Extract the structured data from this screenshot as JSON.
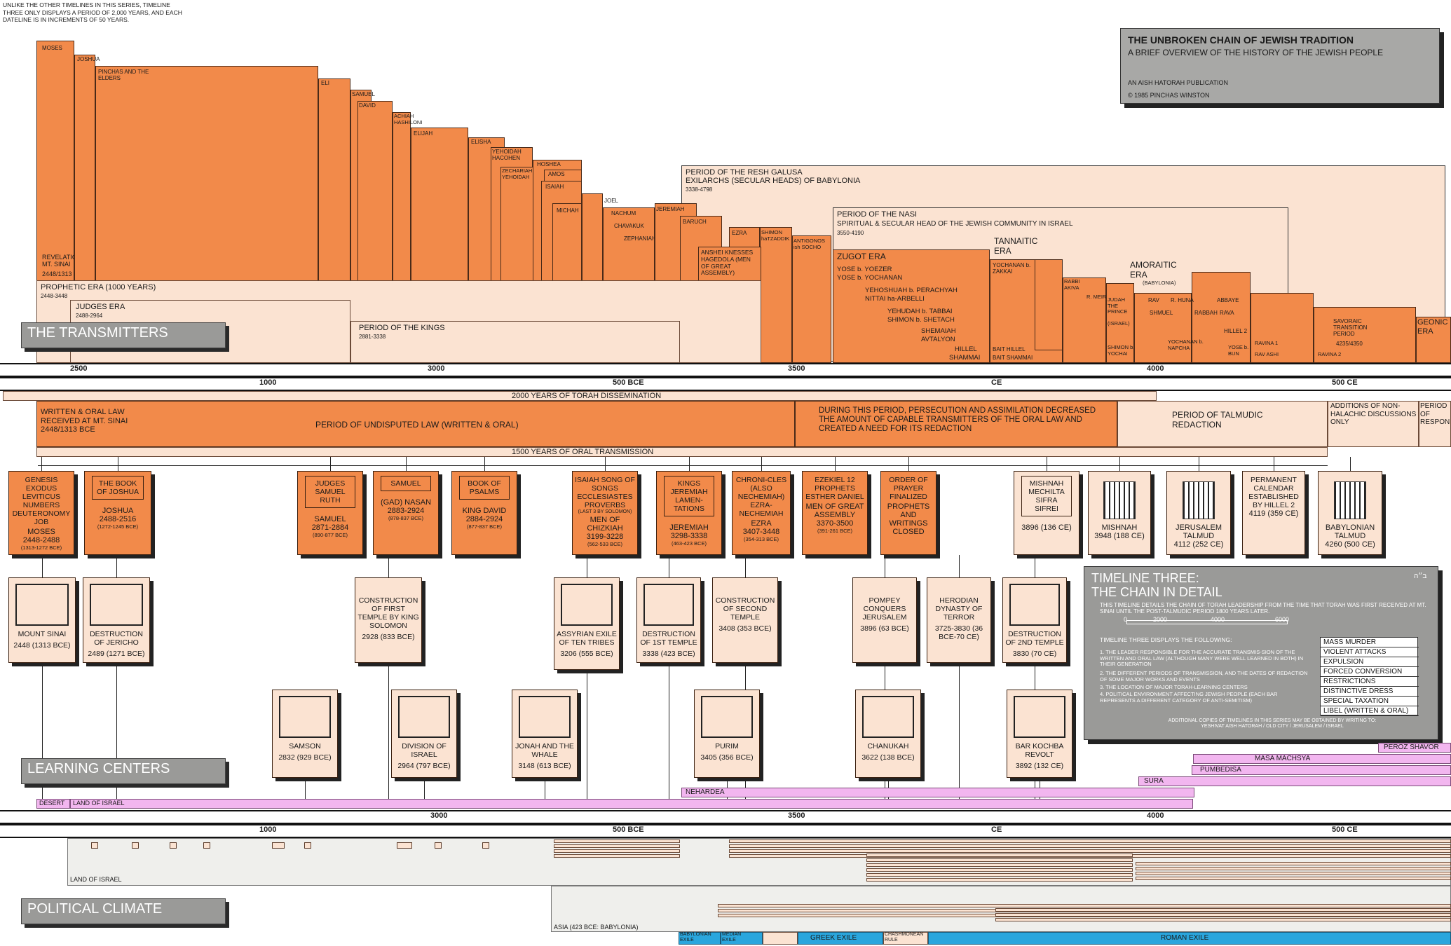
{
  "note": "UNLIKE THE OTHER TIMELINES IN THIS SERIES, TIMELINE THREE ONLY DISPLAYS A PERIOD OF 2,000 YEARS, AND EACH DATELINE IS IN INCREMENTS OF 50 YEARS.",
  "title_box": {
    "title": "THE UNBROKEN CHAIN OF JEWISH TRADITION",
    "subtitle": "A BRIEF OVERVIEW OF THE HISTORY OF THE JEWISH PEOPLE",
    "publisher": "AN AISH HATORAH PUBLICATION",
    "copyright": "© 1985 PINCHAS WINSTON"
  },
  "sections": {
    "transmitters": "THE TRANSMITTERS",
    "learning_centers": "LEARNING CENTERS",
    "political_climate": "POLITICAL CLIMATE"
  },
  "transmitters": {
    "moses": "MOSES",
    "joshua": "JOSHUA",
    "pinchas": "PINCHAS AND THE ELDERS",
    "revelation": "REVELATION AT MT. SINAI",
    "revelation_date": "2448/1313 BCE",
    "eli": "ELI",
    "samuel": "SAMUEL",
    "david": "DAVID",
    "achiah": "ACHIAH HASHILONI",
    "elijah": "ELIJAH",
    "elisha": "ELISHA",
    "yehoidah": "YEHOIDAH HACOHEN",
    "zechariah": "ZECHARIAH b. YEHOIDAH",
    "hoshea": "HOSHEA",
    "amos": "AMOS",
    "isaiah": "ISAIAH",
    "michah": "MICHAH",
    "joel": "JOEL",
    "nachum": "NACHUM",
    "chavakuk": "CHAVAKUK",
    "zephaniah": "ZEPHANIAH",
    "jeremiah": "JEREMIAH",
    "baruch": "BARUCH",
    "ezra": "EZRA",
    "shimon": "SHIMON haTZADDIK",
    "antigonos": "ANTIGONOS ish SOCHO",
    "anshei": "ANSHEI KNESSES HAGEDOLA (MEN OF GREAT ASSEMBLY)",
    "resh_galusa": "PERIOD OF THE RESH GALUSA",
    "resh_galusa_sub": "EXILARCHS (SECULAR HEADS) OF BABYLONIA",
    "resh_galusa_date": "3338-4798",
    "nasi": "PERIOD OF THE NASI",
    "nasi_sub": "SPIRITUAL & SECULAR HEAD OF THE JEWISH COMMUNITY IN ISRAEL",
    "nasi_date": "3550-4190",
    "zugot": "ZUGOT ERA",
    "zugot_1": "YOSE b. YOEZER",
    "zugot_2": "YOSE b. YOCHANAN",
    "zugot_3": "YEHOSHUAH b. PERACHYAH",
    "zugot_4": "NITTAI ha-ARBELLI",
    "zugot_5": "YEHUDAH b. TABBAI",
    "zugot_6": "SHIMON b. SHETACH",
    "zugot_7": "SHEMAIAH",
    "zugot_8": "AVTALYON",
    "zugot_9": "HILLEL",
    "zugot_10": "SHAMMAI",
    "tannaitic": "TANNAITIC ERA",
    "yochanan_zakkai": "YOCHANAN b. ZAKKAI",
    "bait_hillel": "BAIT HILLEL",
    "bait_shammai": "BAIT SHAMMAI",
    "rabbi_akiva": "RABBI AKIVA",
    "r_meir": "R. MEIR",
    "judah_prince": "JUDAH THE PRINCE",
    "israel": "(ISRAEL)",
    "shimon_yochai": "SHIMON b. YOCHAI",
    "amoraitic": "AMORAITIC ERA",
    "babylonia": "(BABYLONIA)",
    "rav": "RAV",
    "r_huna": "R. HUNA",
    "abbaye": "ABBAYE",
    "shmuel": "SHMUEL",
    "rabbah": "RABBAH",
    "rava": "RAVA",
    "yochanan_napcha": "YOCHANAN b. NAPCHA",
    "yose_bun": "YOSE b. BUN",
    "hillel2": "HILLEL 2",
    "ravina1": "RAVINA 1",
    "rav_ashi": "RAV ASHI",
    "ravina2": "RAVINA 2",
    "savoraic": "SAVORAIC TRANSITION PERIOD",
    "savoraic_date": "4235/4350",
    "geonic": "GEONIC ERA",
    "prophetic": "PROPHETIC ERA (1000 YEARS)",
    "prophetic_date": "2448-3448",
    "judges": "JUDGES ERA",
    "judges_date": "2488-2964",
    "kings": "PERIOD OF THE KINGS",
    "kings_date": "2881-3338"
  },
  "axis_top": [
    "2500",
    "3000",
    "3500",
    "4000"
  ],
  "axis_bottom": [
    "1000",
    "500 BCE",
    "CE",
    "500 CE"
  ],
  "axis_bottom2": [
    "1000",
    "3000",
    "500 BCE",
    "3500",
    "CE",
    "4000",
    "500 CE"
  ],
  "bands": {
    "torah": "2000 YEARS OF TORAH DISSEMINATION",
    "written_oral": "WRITTEN & ORAL LAW RECEIVED AT MT. SINAI 2448/1313 BCE",
    "undisputed": "PERIOD OF UNDISPUTED LAW (WRITTEN & ORAL)",
    "persecution": "DURING THIS PERIOD, PERSECUTION AND ASSIMILATION DECREASED THE AMOUNT OF CAPABLE TRANSMITTERS OF THE ORAL LAW AND CREATED A NEED FOR ITS REDACTION",
    "talmudic": "PERIOD OF TALMUDIC REDACTION",
    "additions": "ADDITIONS OF NON-HALACHIC DISCUSSIONS ONLY",
    "period_resp": "PERIOD OF RESPONSA",
    "oral": "1500 YEARS OF ORAL TRANSMISSION"
  },
  "books": [
    {
      "title": "GENESIS EXODUS LEVITICUS NUMBERS DEUTERONOMY JOB",
      "author": "MOSES",
      "date": "2448-2488",
      "sub": "(1313-1272 BCE)"
    },
    {
      "title": "THE BOOK OF JOSHUA",
      "author": "JOSHUA",
      "date": "2488-2516",
      "sub": "(1272-1245 BCE)"
    },
    {
      "title": "JUDGES SAMUEL RUTH",
      "author": "SAMUEL",
      "date": "2871-2884",
      "sub": "(890-877 BCE)"
    },
    {
      "title": "SAMUEL",
      "author": "(GAD) NASAN",
      "date": "2883-2924",
      "sub": "(878-837 BCE)"
    },
    {
      "title": "BOOK OF PSALMS",
      "author": "KING DAVID",
      "date": "2884-2924",
      "sub": "(877-837 BCE)"
    },
    {
      "title": "ISAIAH SONG OF SONGS ECCLESIASTES PROVERBS",
      "extra": "(LAST 3 by SOLOMON)",
      "author": "MEN OF CHIZKIAH",
      "date": "3199-3228",
      "sub": "(562-533 BCE)"
    },
    {
      "title": "KINGS JEREMIAH LAMEN-TATIONS",
      "author": "JEREMIAH",
      "date": "3298-3338",
      "sub": "(463-423 BCE)"
    },
    {
      "title": "CHRONI-CLES (ALSO NECHEMIAH) EZRA-NECHEMIAH",
      "author": "EZRA",
      "date": "3407-3448",
      "sub": "(354-313 BCE)"
    },
    {
      "title": "EZEKIEL 12 PROPHETS ESTHER DANIEL",
      "author": "MEN OF GREAT ASSEMBLY",
      "date": "3370-3500",
      "sub": "(391-261 BCE)"
    },
    {
      "title": "ORDER OF PRAYER FINALIZED",
      "author": "PROPHETS AND WRITINGS CLOSED",
      "date": "",
      "sub": ""
    },
    {
      "title": "MISHNAH MECHILTA SIFRA SIFREI",
      "author": "",
      "date": "3896 (136 CE)",
      "sub": ""
    },
    {
      "title": "",
      "author": "MISHNAH",
      "date": "3948 (188 CE)",
      "sub": ""
    },
    {
      "title": "",
      "author": "JERUSALEM TALMUD",
      "date": "4112 (252 CE)",
      "sub": ""
    },
    {
      "title": "PERMANENT CALENDAR ESTABLISHED BY HILLEL 2",
      "author": "",
      "date": "4119 (359 CE)",
      "sub": ""
    },
    {
      "title": "",
      "author": "BABYLONIAN TALMUD",
      "date": "4260 (500 CE)",
      "sub": ""
    }
  ],
  "events_row1": [
    {
      "label": "MOUNT SINAI",
      "date": "2448 (1313 BCE)",
      "icon": "tablets-icon"
    },
    {
      "label": "DESTRUCTION OF JERICHO",
      "date": "2489 (1271 BCE)",
      "icon": "wall-icon"
    },
    {
      "label": "CONSTRUCTION OF FIRST TEMPLE BY KING SOLOMON",
      "date": "2928 (833 BCE)",
      "icon": ""
    },
    {
      "label": "ASSYRIAN EXILE OF TEN TRIBES",
      "date": "3206 (555 BCE)",
      "icon": "exiles-icon"
    },
    {
      "label": "DESTRUCTION of 1st TEMPLE",
      "date": "3338 (423 BCE)",
      "icon": "temple-icon"
    },
    {
      "label": "CONSTRUCTION OF SECOND TEMPLE",
      "date": "3408 (353 BCE)",
      "icon": ""
    },
    {
      "label": "POMPEY CONQUERS JERUSALEM",
      "date": "3896 (63 BCE)",
      "icon": ""
    },
    {
      "label": "HERODIAN DYNASTY OF TERROR",
      "date": "3725-3830 (36 BCE-70 CE)",
      "icon": ""
    },
    {
      "label": "DESTRUCTION of 2nd TEMPLE",
      "date": "3830 (70 CE)",
      "icon": "temple-icon"
    }
  ],
  "events_row2": [
    {
      "label": "SAMSON",
      "date": "2832 (929 BCE)",
      "icon": "samson-icon"
    },
    {
      "label": "DIVISION OF ISRAEL",
      "date": "2964 (797 BCE)",
      "icon": "map-icon"
    },
    {
      "label": "JONAH AND THE WHALE",
      "date": "3148 (613 BCE)",
      "icon": "whale-icon"
    },
    {
      "label": "PURIM",
      "date": "3405 (356 BCE)",
      "icon": "mask-icon"
    },
    {
      "label": "CHANUKAH",
      "date": "3622 (138 BCE)",
      "icon": "menorah-icon"
    },
    {
      "label": "BAR KOCHBA REVOLT",
      "date": "3892 (132 CE)",
      "icon": "revolt-icon"
    }
  ],
  "info_box": {
    "title1": "TIMELINE THREE:",
    "title2": "THE CHAIN IN DETAIL",
    "corner": "ב״ה",
    "intro": "THIS TIMELINE DETAILS THE CHAIN OF TORAH LEADERSHIP FROM THE TIME THAT TORAH WAS FIRST RECEIVED AT MT. SINAI UNTIL THE POST-TALMUDIC PERIOD 1800 YEARS LATER.",
    "scale": [
      "0",
      "2000",
      "4000",
      "6000"
    ],
    "displays": "TIMELINE THREE DISPLAYS THE FOLLOWING:",
    "items": [
      "1. THE LEADER RESPONSIBLE FOR THE ACCURATE TRANSMIS-SION OF THE WRITTEN AND ORAL LAW (ALTHOUGH MANY WERE WELL LEARNED IN BOTH) IN THEIR GENERATION",
      "2. THE DIFFERENT PERIODS OF TRANSMISSION, AND THE DATES OF REDACTION OF SOME MAJOR WORKS AND EVENTS",
      "3. THE LOCATION OF MAJOR TORAH-LEARNING CENTERS",
      "4. POLITICAL ENVIRONMENT AFFECTING JEWISH PEOPLE (EACH BAR REPRESENTS A DIFFERENT CATEGORY OF ANTI-SEMITISM)"
    ],
    "legend": [
      "MASS MURDER",
      "VIOLENT ATTACKS",
      "EXPULSION",
      "FORCED CONVERSION",
      "RESTRICTIONS",
      "DISTINCTIVE DRESS",
      "SPECIAL TAXATION",
      "LIBEL (WRITTEN & ORAL)"
    ],
    "footer": "ADDITIONAL COPIES OF TIMELINES IN THIS SERIES MAY BE OBTAINED BY WRITING TO: YESHIVAT AISH HATORAH / OLD CITY / JERUSALEM / ISRAEL"
  },
  "centers": {
    "desert": "DESERT",
    "land": "LAND OF ISRAEL",
    "nehardea": "NEHARDEA",
    "sura": "SURA",
    "pumbedisa": "PUMBEDISA",
    "masa": "MASA MACHSYA",
    "peroz": "PEROZ SHAVOR"
  },
  "political": {
    "land": "LAND OF ISRAEL",
    "asia": "ASIA (423 BCE: BABYLONIA)",
    "babylonian": "BABYLONIAN EXILE",
    "median": "MEDIAN EXILE",
    "greek": "GREEK EXILE",
    "chashmonean": "CHASHMONEAN RULE",
    "roman": "ROMAN EXILE"
  }
}
